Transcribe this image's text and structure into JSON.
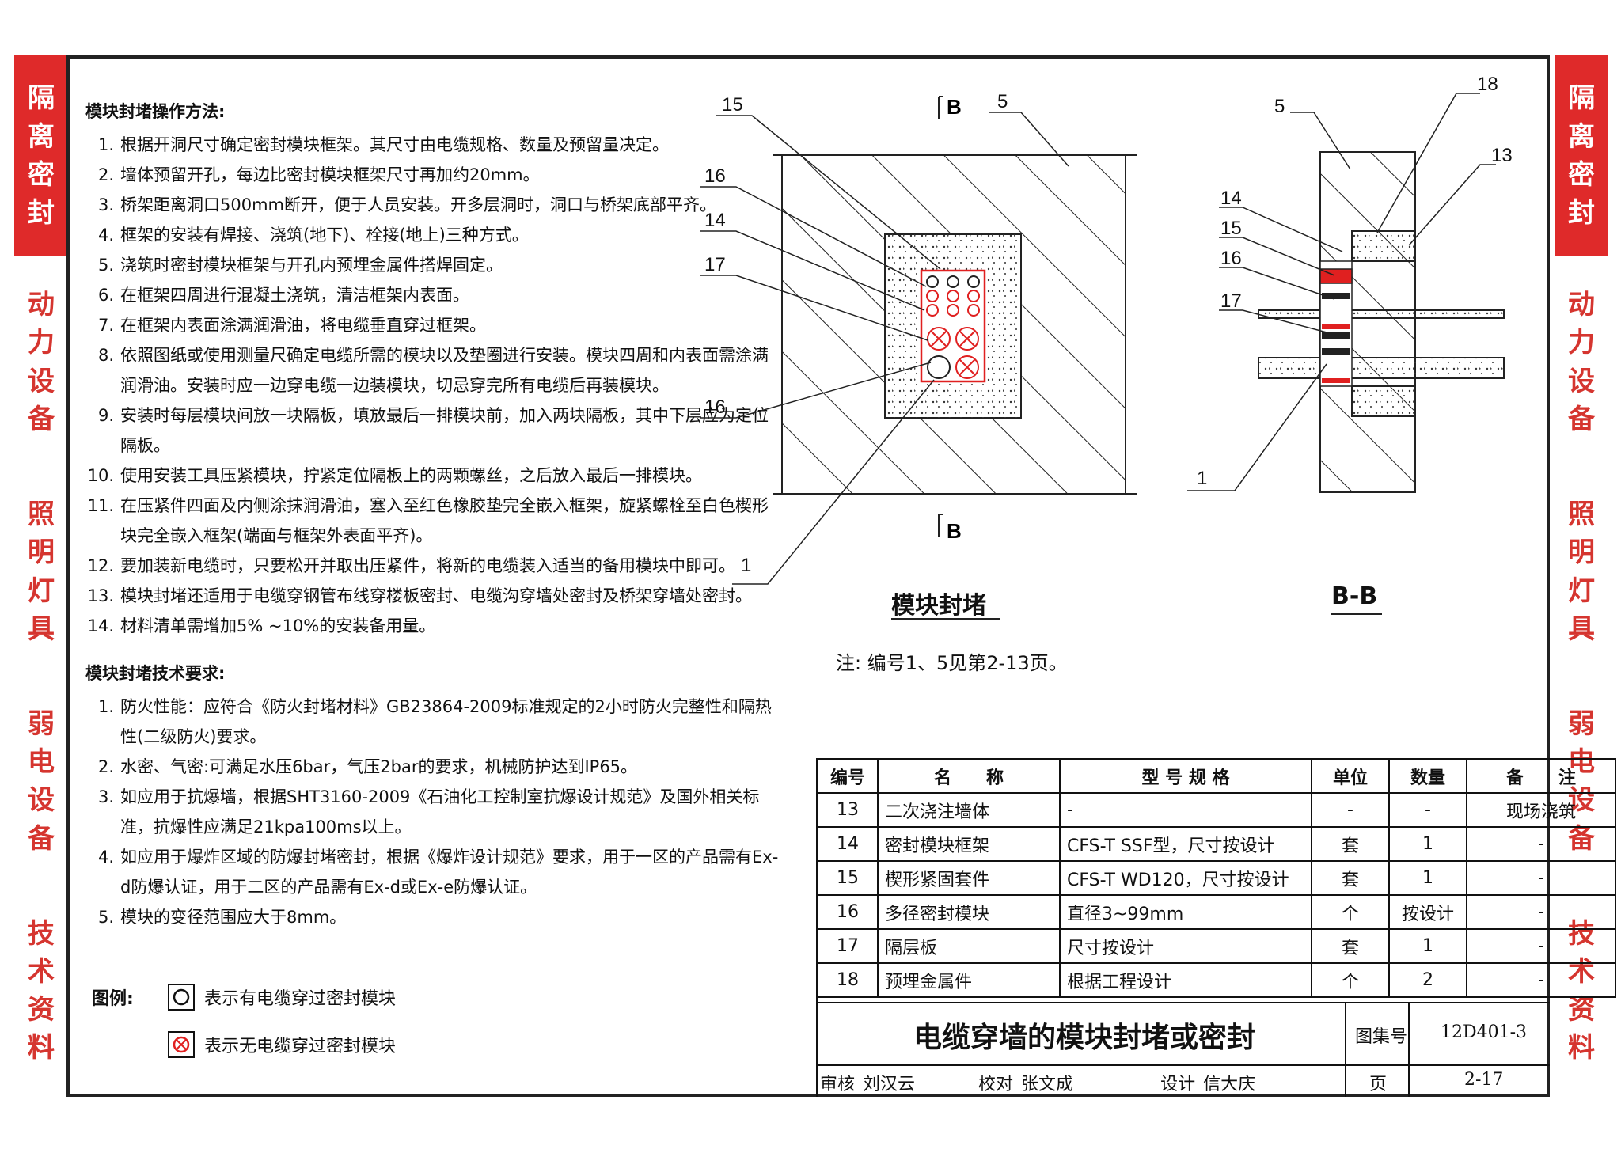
{
  "side_tabs": [
    {
      "label": "隔离密封",
      "active": true
    },
    {
      "label": "动力设备",
      "active": false
    },
    {
      "label": "照明灯具",
      "active": false
    },
    {
      "label": "弱电设备",
      "active": false
    },
    {
      "label": "技术资料",
      "active": false
    }
  ],
  "method": {
    "heading": "模块封堵操作方法:",
    "items": [
      {
        "n": "1.",
        "t": "根据开洞尺寸确定密封模块框架。其尺寸由电缆规格、数量及预留量决定。"
      },
      {
        "n": "2.",
        "t": "墙体预留开孔，每边比密封模块框架尺寸再加约20mm。"
      },
      {
        "n": "3.",
        "t": "桥架距离洞口500mm断开，便于人员安装。开多层洞时，洞口与桥架底部平齐。"
      },
      {
        "n": "4.",
        "t": "框架的安装有焊接、浇筑(地下)、栓接(地上)三种方式。"
      },
      {
        "n": "5.",
        "t": "浇筑时密封模块框架与开孔内预埋金属件搭焊固定。"
      },
      {
        "n": "6.",
        "t": "在框架四周进行混凝土浇筑，清洁框架内表面。"
      },
      {
        "n": "7.",
        "t": "在框架内表面涂满润滑油，将电缆垂直穿过框架。"
      },
      {
        "n": "8.",
        "t": "依照图纸或使用测量尺确定电缆所需的模块以及垫圈进行安装。模块四周和内表面需涂满润滑油。安装时应一边穿电缆一边装模块，切忌穿完所有电缆后再装模块。"
      },
      {
        "n": "9.",
        "t": "安装时每层模块间放一块隔板，填放最后一排模块前，加入两块隔板，其中下层应为定位隔板。"
      },
      {
        "n": "10.",
        "t": "使用安装工具压紧模块，拧紧定位隔板上的两颗螺丝，之后放入最后一排模块。"
      },
      {
        "n": "11.",
        "t": "在压紧件四面及内侧涂抹润滑油，塞入至红色橡胶垫完全嵌入框架，旋紧螺栓至白色楔形块完全嵌入框架(端面与框架外表面平齐)。"
      },
      {
        "n": "12.",
        "t": "要加装新电缆时，只要松开并取出压紧件，将新的电缆装入适当的备用模块中即可。"
      },
      {
        "n": "13.",
        "t": "模块封堵还适用于电缆穿钢管布线穿楼板密封、电缆沟穿墙处密封及桥架穿墙处密封。"
      },
      {
        "n": "14.",
        "t": "材料清单需增加5% ~10%的安装备用量。"
      }
    ]
  },
  "tech": {
    "heading": "模块封堵技术要求:",
    "items": [
      {
        "n": "1.",
        "t": "防火性能：应符合《防火封堵材料》GB23864-2009标准规定的2小时防火完整性和隔热性(二级防火)要求。"
      },
      {
        "n": "2.",
        "t": "水密、气密:可满足水压6bar，气压2bar的要求，机械防护达到IP65。"
      },
      {
        "n": "3.",
        "t": "如应用于抗爆墙，根据SHT3160-2009《石油化工控制室抗爆设计规范》及国外相关标准，抗爆性应满足21kpa100ms以上。"
      },
      {
        "n": "4.",
        "t": "如应用于爆炸区域的防爆封堵密封，根据《爆炸设计规范》要求，用于一区的产品需有Ex-d防爆认证，用于二区的产品需有Ex-d或Ex-e防爆认证。"
      },
      {
        "n": "5.",
        "t": "模块的变径范围应大于8mm。"
      }
    ]
  },
  "legend": {
    "label": "图例:",
    "open": "表示有电缆穿过密封模块",
    "crossed": "表示无电缆穿过密封模块"
  },
  "diagram": {
    "front_labels": [
      "15",
      "16",
      "14",
      "17",
      "16",
      "1",
      "5"
    ],
    "section_mark": "B",
    "front_title": "模块封堵",
    "side_labels": [
      "5",
      "18",
      "13",
      "14",
      "15",
      "16",
      "17",
      "1"
    ],
    "side_title": "B-B",
    "note": "注: 编号1、5见第2-13页。"
  },
  "parts": {
    "headers": [
      "编号",
      "名　　称",
      "型 号 规 格",
      "单位",
      "数量",
      "备　　注"
    ],
    "rows": [
      [
        "13",
        "二次浇注墙体",
        "-",
        "-",
        "-",
        "现场浇筑"
      ],
      [
        "14",
        "密封模块框架",
        "CFS-T  SSF型，尺寸按设计",
        "套",
        "1",
        "-"
      ],
      [
        "15",
        "楔形紧固套件",
        "CFS-T  WD120，尺寸按设计",
        "套",
        "1",
        "-"
      ],
      [
        "16",
        "多径密封模块",
        "直径3~99mm",
        "个",
        "按设计",
        "-"
      ],
      [
        "17",
        "隔层板",
        "尺寸按设计",
        "套",
        "1",
        "-"
      ],
      [
        "18",
        "预埋金属件",
        "根据工程设计",
        "个",
        "2",
        "-"
      ]
    ]
  },
  "title_block": {
    "title": "电缆穿墙的模块封堵或密封",
    "atlas_label": "图集号",
    "atlas_no": "12D401-3",
    "review_label": "审核",
    "reviewer": "刘汉云",
    "check_label": "校对",
    "checker": "张文成",
    "design_label": "设计",
    "designer": "信大庆",
    "page_label": "页",
    "page_no": "2-17"
  },
  "colors": {
    "accent": "#df2a2a",
    "tab_text": "#d5352f",
    "module_red": "#e02020"
  }
}
